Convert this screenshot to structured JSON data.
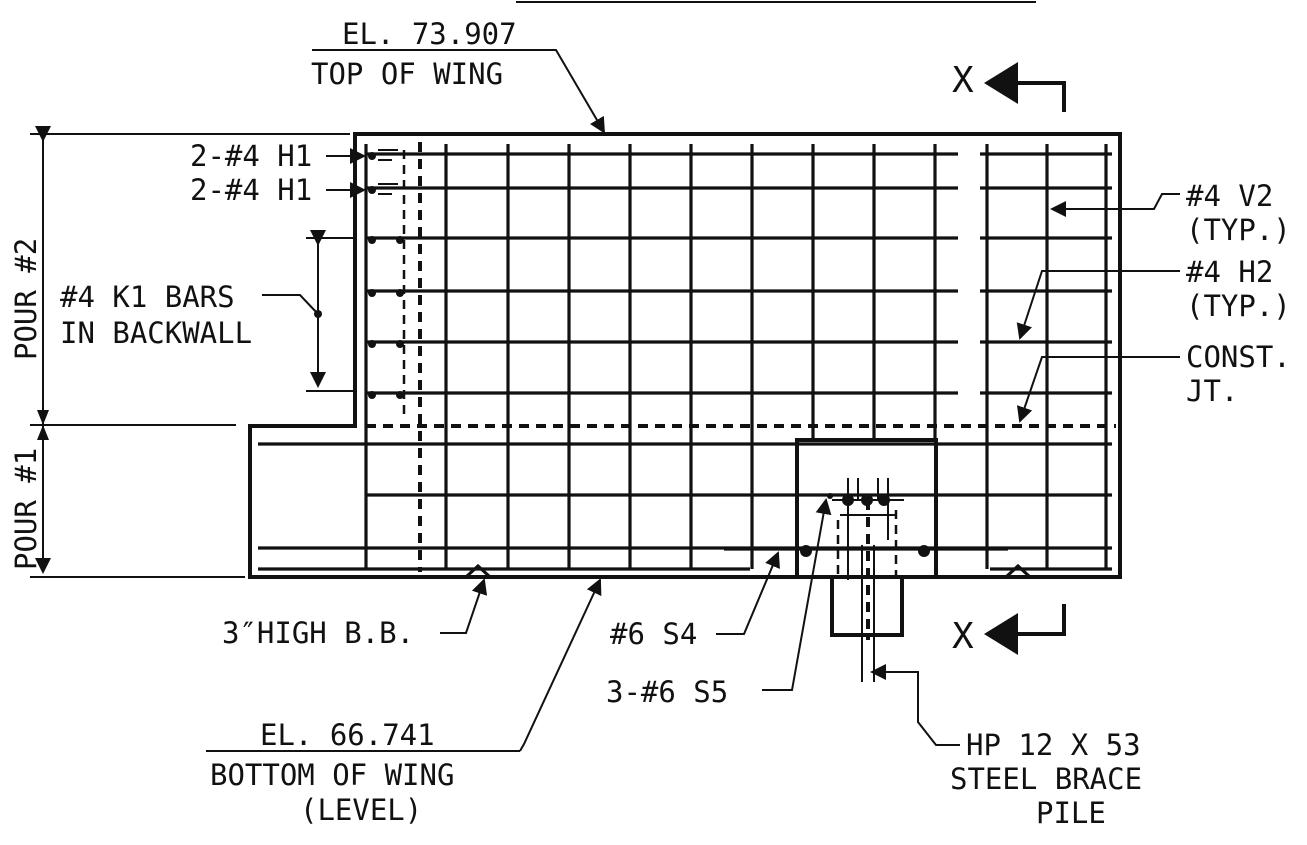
{
  "labels": {
    "el_top": "EL. 73.907",
    "top_of_wing": "TOP OF WING",
    "section_mark": "X",
    "h1_upper": "2-#4 H1",
    "h1_lower": "2-#4 H1",
    "v2": "#4 V2",
    "v2_typ": "(TYP.)",
    "h2": "#4 H2",
    "h2_typ": "(TYP.)",
    "k1_line1": "#4 K1 BARS",
    "k1_line2": "IN BACKWALL",
    "const": "CONST.",
    "jt": "JT.",
    "pour2": "POUR #2",
    "pour1": "POUR #1",
    "bb": "3″HIGH B.B.",
    "s4": "#6 S4",
    "s5": "3-#6 S5",
    "el_bottom": "EL. 66.741",
    "bottom_of_wing": "BOTTOM OF WING",
    "level": "(LEVEL)",
    "pile_line1": "HP 12 X 53",
    "pile_line2": "STEEL BRACE",
    "pile_line3": "PILE"
  }
}
